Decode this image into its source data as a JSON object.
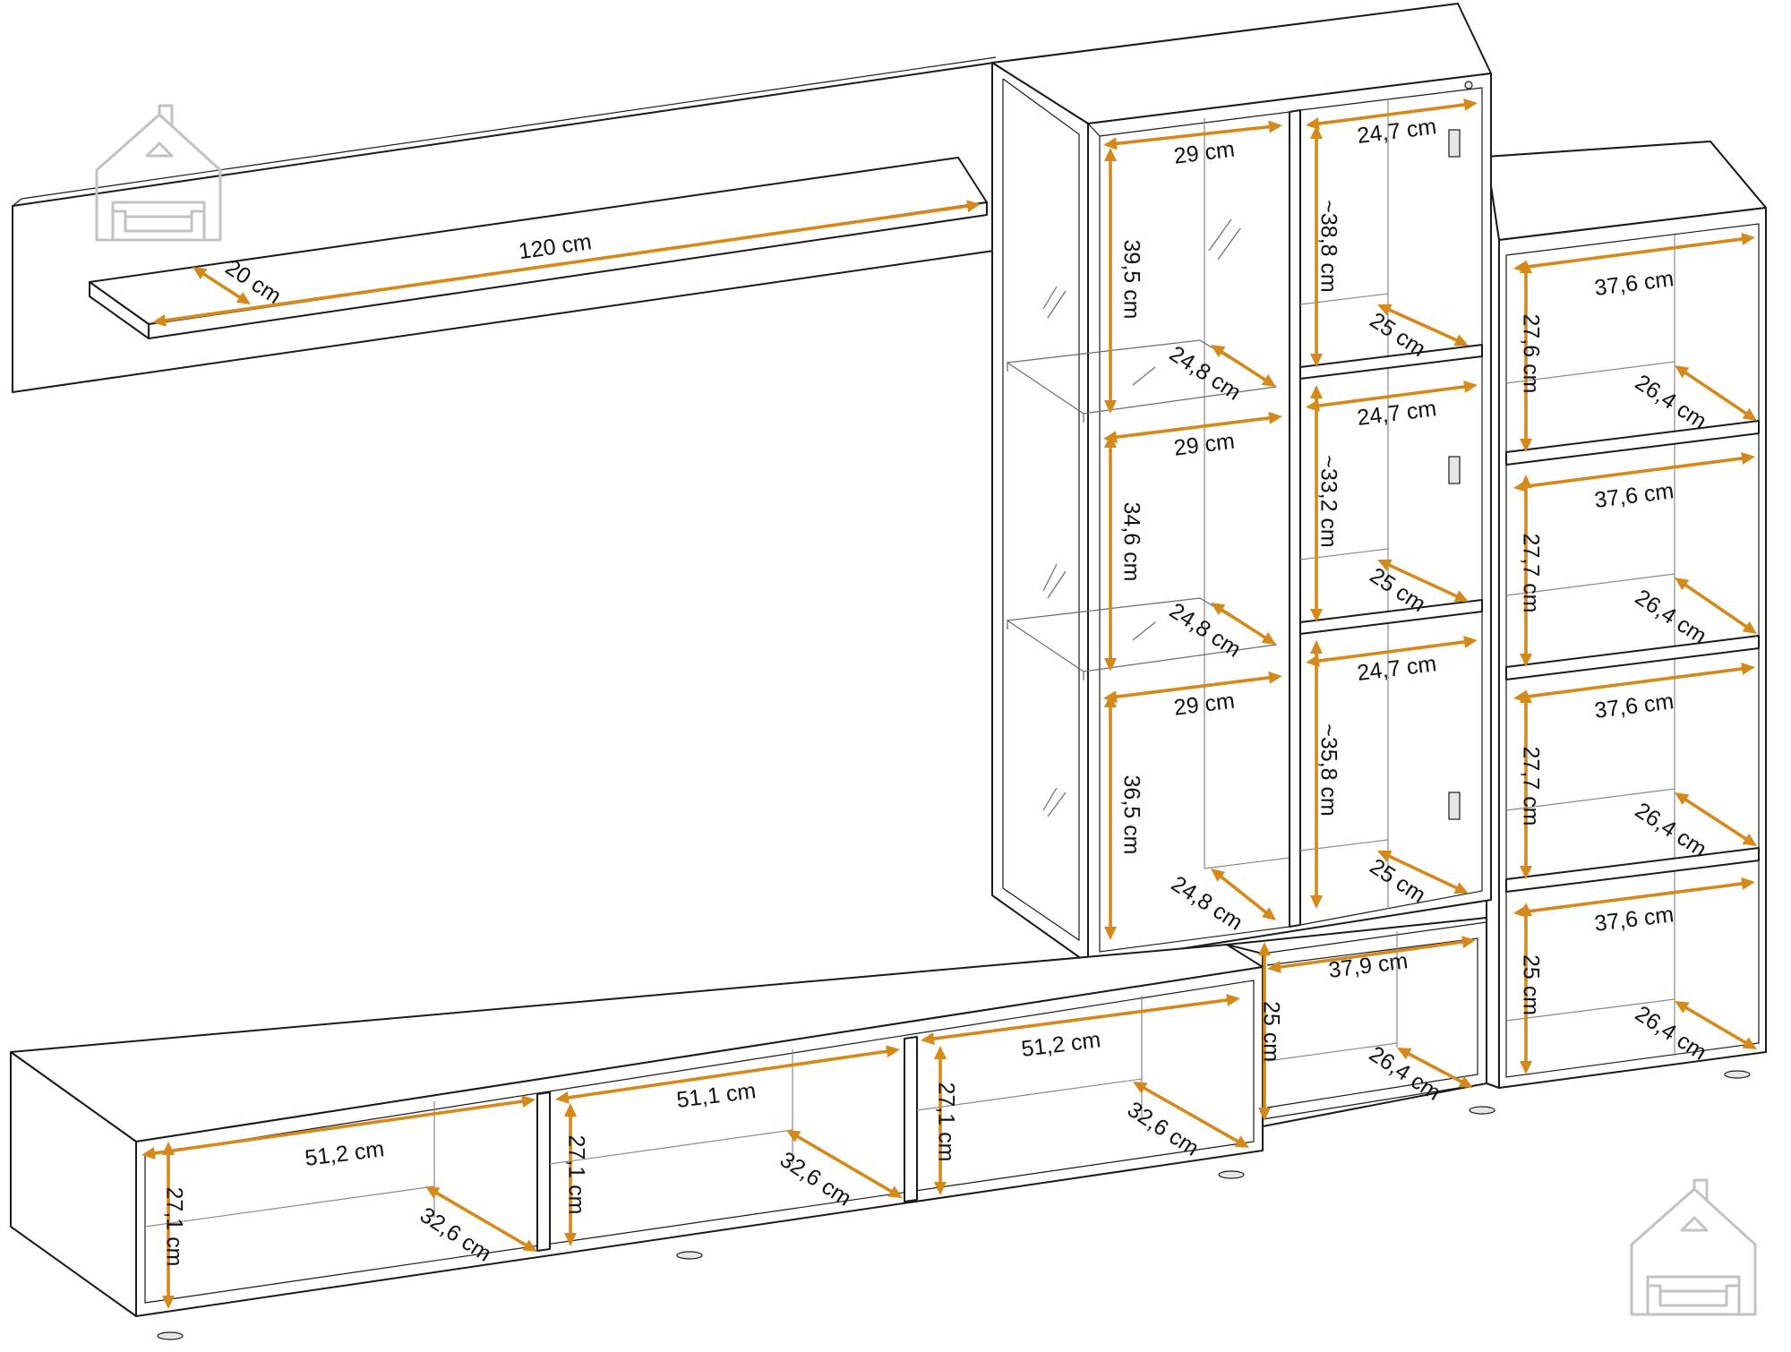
{
  "colors": {
    "dimension": "#d4891a",
    "outline": "#1a1a1a",
    "logo": "#c2c2c2"
  },
  "icons": {
    "top_left": "house-sofa-logo-icon",
    "bottom_right": "house-sofa-logo-icon"
  },
  "dimensions": {
    "wall_shelf_length": "120 cm",
    "wall_shelf_depth": "20 cm",
    "vitrine_top_width": "29 cm",
    "vitrine_top_height": "39,5 cm",
    "vitrine_shelf1_depth": "24,8 cm",
    "vitrine_mid_width": "29 cm",
    "vitrine_mid_height": "34,6 cm",
    "vitrine_shelf2_depth": "24,8 cm",
    "vitrine_bottom_width": "29 cm",
    "vitrine_bottom_height": "36,5 cm",
    "vitrine_bottom_depth": "24,8 cm",
    "tall_top_width": "24,7 cm",
    "tall_top_height": "~38,8 cm",
    "tall_top_depth": "25 cm",
    "tall_mid_width": "24,7 cm",
    "tall_mid_height": "~33,2 cm",
    "tall_mid_depth": "25 cm",
    "tall_bottom_width": "24,7 cm",
    "tall_bottom_height": "~35,8 cm",
    "tall_bottom_depth": "25 cm",
    "low_cabinet_width": "37,9 cm",
    "low_cabinet_height": "25 cm",
    "low_cabinet_depth": "26,4 cm",
    "shelf_row1_width": "37,6 cm",
    "shelf_row1_height": "27,6 cm",
    "shelf_row1_depth": "26,4 cm",
    "shelf_row2_width": "37,6 cm",
    "shelf_row2_height": "27,7 cm",
    "shelf_row2_depth": "26,4 cm",
    "shelf_row3_width": "37,6 cm",
    "shelf_row3_height": "27,7 cm",
    "shelf_row3_depth": "26,4 cm",
    "shelf_row4_width": "37,6 cm",
    "shelf_row4_height": "25 cm",
    "shelf_row4_depth": "26,4 cm",
    "tv_comp1_width": "51,2 cm",
    "tv_comp1_height": "27,1 cm",
    "tv_comp1_depth": "32,6 cm",
    "tv_comp2_width": "51,1 cm",
    "tv_comp2_height": "27,1 cm",
    "tv_comp2_depth": "32,6 cm",
    "tv_comp3_width": "51,2 cm",
    "tv_comp3_height": "27,1 cm",
    "tv_comp3_depth": "32,6 cm"
  }
}
